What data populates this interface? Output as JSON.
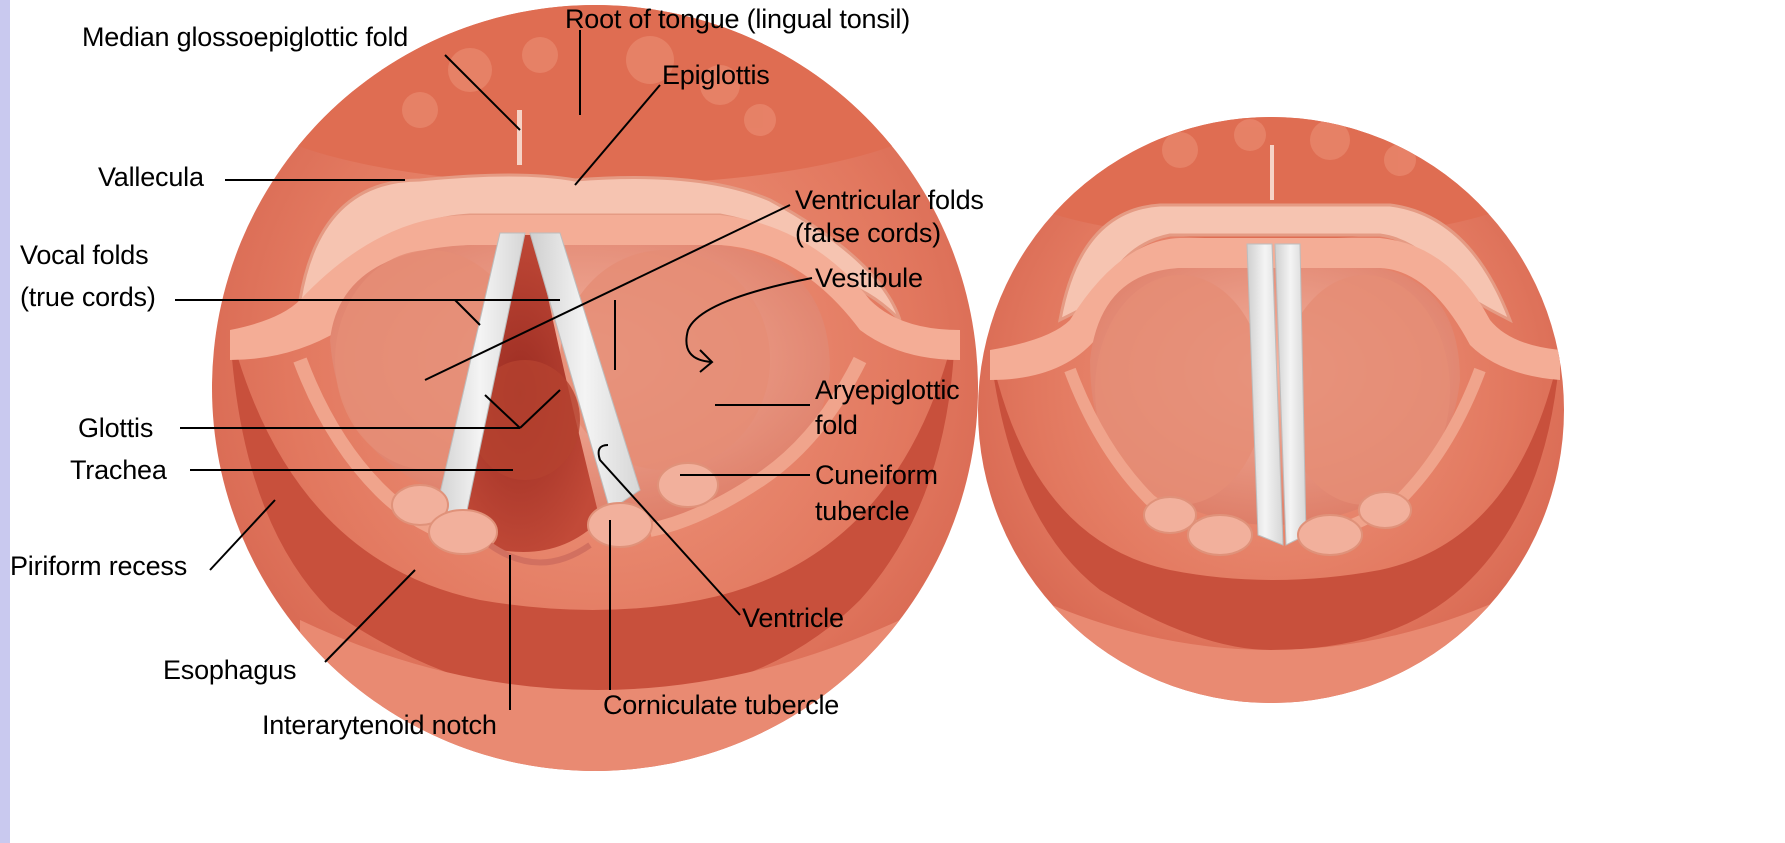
{
  "colors": {
    "frame": "#c9c9ef",
    "tissue_base": "#e2785f",
    "tissue_dark": "#b4392a",
    "tissue_light": "#f3aa90",
    "cord_white": "#e9e9e9"
  },
  "labels": {
    "median_glossoepiglottic_fold": "Median glossoepiglottic fold",
    "root_of_tongue": "Root of tongue (lingual tonsil)",
    "epiglottis": "Epiglottis",
    "vallecula": "Vallecula",
    "ventricular_folds_1": "Ventricular folds",
    "ventricular_folds_2": "(false cords)",
    "vocal_folds_1": "Vocal folds",
    "vocal_folds_2": "(true cords)",
    "vestibule": "Vestibule",
    "aryepiglottic_1": "Aryepiglottic",
    "aryepiglottic_2": "fold",
    "glottis": "Glottis",
    "trachea": "Trachea",
    "cuneiform_1": "Cuneiform",
    "cuneiform_2": "tubercle",
    "piriform_recess": "Piriform recess",
    "ventricle": "Ventricle",
    "esophagus": "Esophagus",
    "corniculate_tubercle": "Corniculate tubercle",
    "interarytenoid_notch": "Interarytenoid notch"
  }
}
